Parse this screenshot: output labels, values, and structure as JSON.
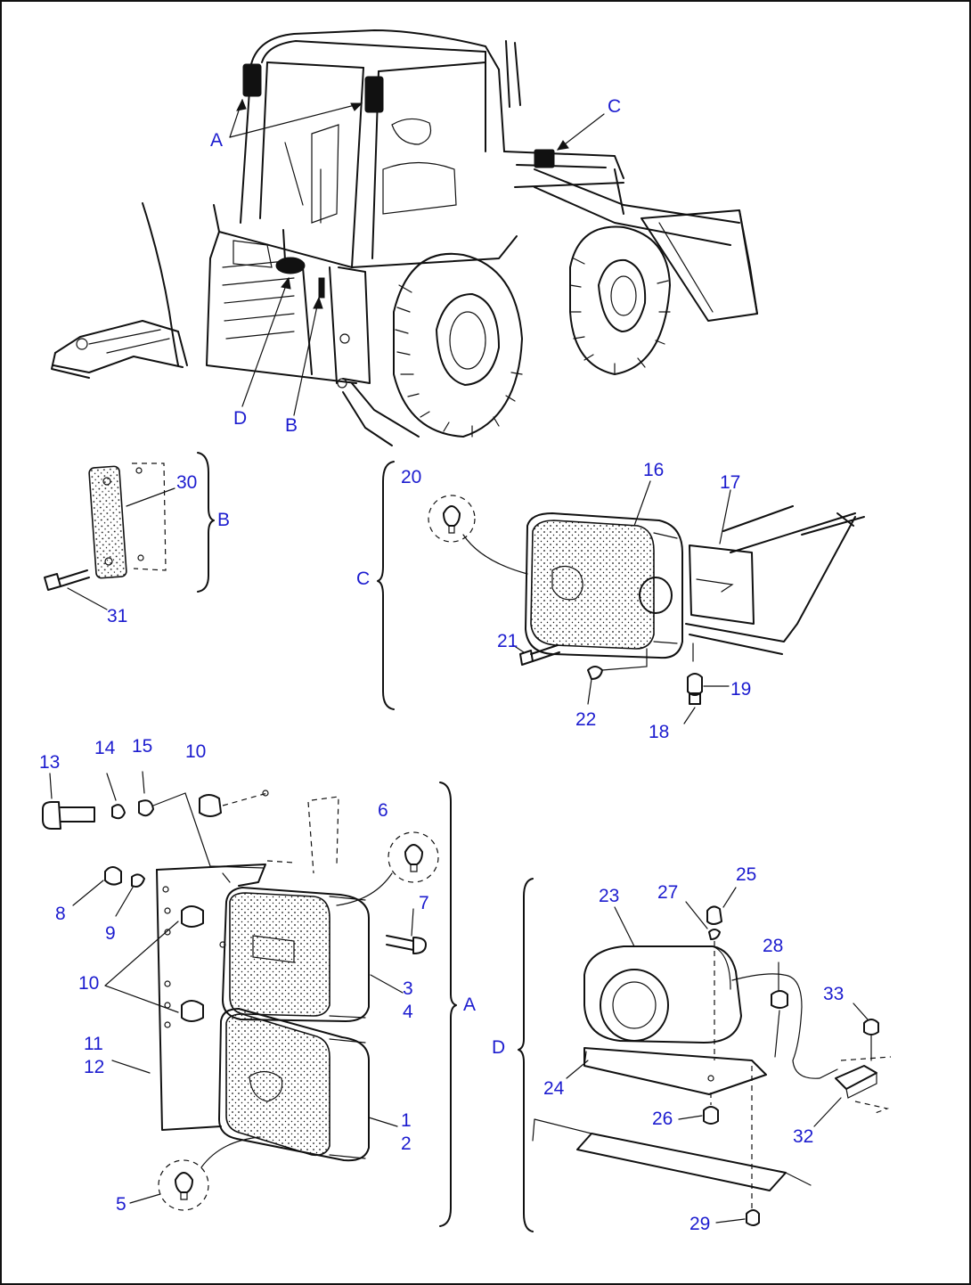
{
  "labels": {
    "section": {
      "A": "A",
      "B": "B",
      "C": "C",
      "D": "D"
    },
    "part": {
      "p1": "1",
      "p2": "2",
      "p3": "3",
      "p4": "4",
      "p5": "5",
      "p6": "6",
      "p7": "7",
      "p8": "8",
      "p9": "9",
      "p10": "10",
      "p11": "11",
      "p12": "12",
      "p13": "13",
      "p14": "14",
      "p15": "15",
      "p16": "16",
      "p17": "17",
      "p18": "18",
      "p19": "19",
      "p20": "20",
      "p21": "21",
      "p22": "22",
      "p23": "23",
      "p24": "24",
      "p25": "25",
      "p26": "26",
      "p27": "27",
      "p28": "28",
      "p29": "29",
      "p30": "30",
      "p31": "31",
      "p32": "32",
      "p33": "33"
    }
  }
}
